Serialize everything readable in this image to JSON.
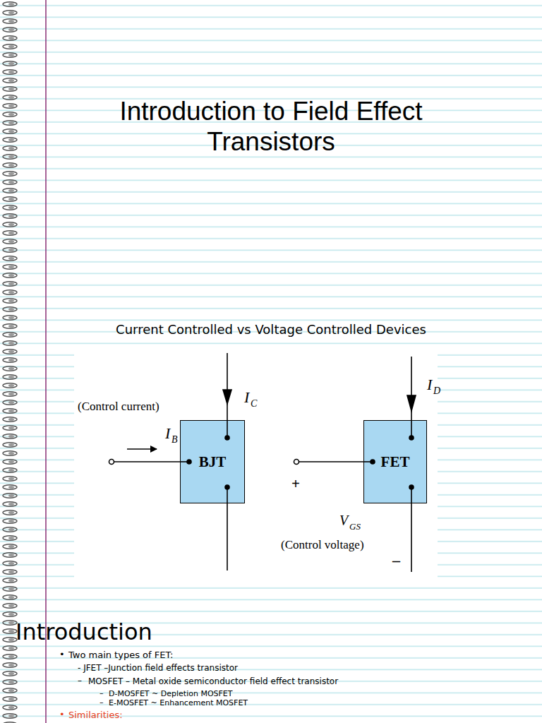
{
  "diagram": {
    "title": "Introduction to Field Effect Transistors",
    "nodes": [
      {
        "text": [
          "BJT"
        ]
      },
      {
        "text": [
          "FET"
        ]
      }
    ],
    "labels": [
      "Current Controlled vs Voltage Controlled Devices",
      "(Control current)",
      "I",
      "C",
      "I",
      "B",
      "I",
      "D",
      "+",
      "V",
      "GS",
      "(Control voltage)",
      "–",
      "Introduction",
      "•",
      "Two main types of FET:",
      "- JFET –Junction field effects transistor",
      "–",
      "MOSFET – Metal oxide semiconductor field effect transistor",
      "–",
      "D-MOSFET ~ Depletion MOSFET",
      "–",
      "E-MOSFET ~ Enhancement MOSFET",
      "•",
      "Similarities:"
    ]
  }
}
